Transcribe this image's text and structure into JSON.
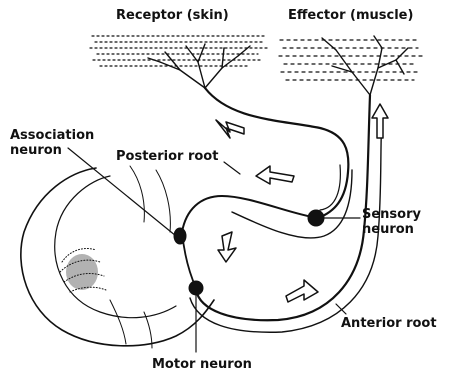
{
  "diagram": {
    "labels": {
      "receptor": "Receptor (skin)",
      "effector": "Effector (muscle)",
      "association_line1": "Association",
      "association_line2": "neuron",
      "posterior_root": "Posterior root",
      "sensory_line1": "Sensory",
      "sensory_line2": "neuron",
      "anterior_root": "Anterior root",
      "motor_neuron": "Motor neuron"
    },
    "colors": {
      "ink": "#111111",
      "background": "#ffffff"
    }
  }
}
